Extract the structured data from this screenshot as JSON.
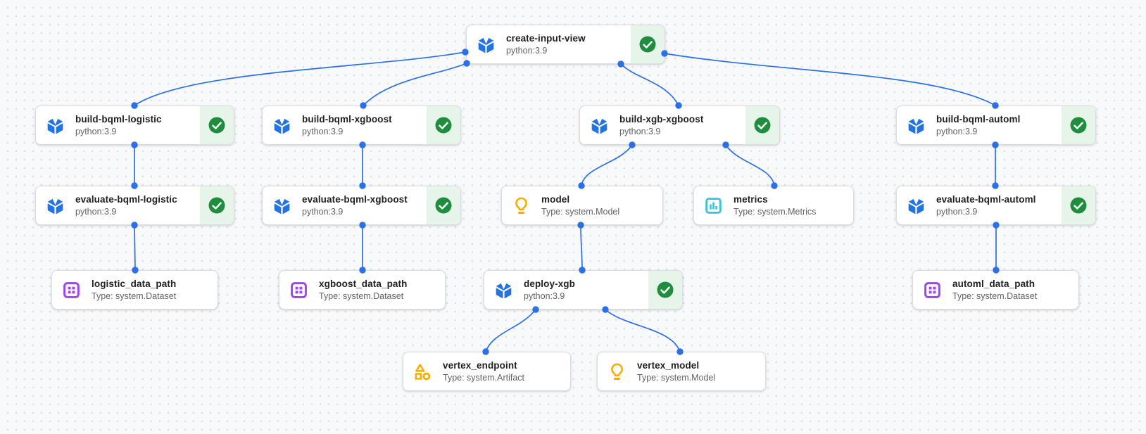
{
  "canvas": {
    "kind": "pipeline-dag",
    "background_color": "#f8f9fa",
    "grid_dot_color": "#dcdfe3",
    "edge_color": "#2b70e8"
  },
  "colors": {
    "node_border": "#d9dce1",
    "component_icon_blue": "#2374e1",
    "status_badge_bg": "#e6f4ea",
    "status_check_green": "#1e8e3e",
    "dataset_icon_purple": "#a142f4",
    "model_icon_orange": "#f9ab00",
    "metrics_icon_cyan": "#3ec1d6",
    "artifact_icon_orange": "#f9ab00",
    "title_text": "#202124",
    "subtitle_text": "#5f6368"
  },
  "nodes": [
    {
      "id": "create-input-view",
      "title": "create-input-view",
      "subtitle": "python:3.9",
      "icon": "pipeline-component-cube-icon",
      "status": "succeeded"
    },
    {
      "id": "build-bqml-logistic",
      "title": "build-bqml-logistic",
      "subtitle": "python:3.9",
      "icon": "pipeline-component-cube-icon",
      "status": "succeeded"
    },
    {
      "id": "build-bqml-xgboost",
      "title": "build-bqml-xgboost",
      "subtitle": "python:3.9",
      "icon": "pipeline-component-cube-icon",
      "status": "succeeded"
    },
    {
      "id": "build-xgb-xgboost",
      "title": "build-xgb-xgboost",
      "subtitle": "python:3.9",
      "icon": "pipeline-component-cube-icon",
      "status": "succeeded"
    },
    {
      "id": "build-bqml-automl",
      "title": "build-bqml-automl",
      "subtitle": "python:3.9",
      "icon": "pipeline-component-cube-icon",
      "status": "succeeded"
    },
    {
      "id": "evaluate-bqml-logistic",
      "title": "evaluate-bqml-logistic",
      "subtitle": "python:3.9",
      "icon": "pipeline-component-cube-icon",
      "status": "succeeded"
    },
    {
      "id": "evaluate-bqml-xgboost",
      "title": "evaluate-bqml-xgboost",
      "subtitle": "python:3.9",
      "icon": "pipeline-component-cube-icon",
      "status": "succeeded"
    },
    {
      "id": "model",
      "title": "model",
      "subtitle": "Type: system.Model",
      "icon": "model-lightbulb-icon",
      "status": null
    },
    {
      "id": "metrics",
      "title": "metrics",
      "subtitle": "Type: system.Metrics",
      "icon": "metrics-chart-icon",
      "status": null
    },
    {
      "id": "evaluate-bqml-automl",
      "title": "evaluate-bqml-automl",
      "subtitle": "python:3.9",
      "icon": "pipeline-component-cube-icon",
      "status": "succeeded"
    },
    {
      "id": "logistic_data_path",
      "title": "logistic_data_path",
      "subtitle": "Type: system.Dataset",
      "icon": "dataset-grid-icon",
      "status": null
    },
    {
      "id": "xgboost_data_path",
      "title": "xgboost_data_path",
      "subtitle": "Type: system.Dataset",
      "icon": "dataset-grid-icon",
      "status": null
    },
    {
      "id": "deploy-xgb",
      "title": "deploy-xgb",
      "subtitle": "python:3.9",
      "icon": "pipeline-component-cube-icon",
      "status": "succeeded"
    },
    {
      "id": "automl_data_path",
      "title": "automl_data_path",
      "subtitle": "Type: system.Dataset",
      "icon": "dataset-grid-icon",
      "status": null
    },
    {
      "id": "vertex_endpoint",
      "title": "vertex_endpoint",
      "subtitle": "Type: system.Artifact",
      "icon": "artifact-shapes-icon",
      "status": null
    },
    {
      "id": "vertex_model",
      "title": "vertex_model",
      "subtitle": "Type: system.Model",
      "icon": "model-lightbulb-icon",
      "status": null
    }
  ],
  "edges": [
    {
      "from": "create-input-view",
      "to": "build-bqml-logistic"
    },
    {
      "from": "create-input-view",
      "to": "build-bqml-xgboost"
    },
    {
      "from": "create-input-view",
      "to": "build-xgb-xgboost"
    },
    {
      "from": "create-input-view",
      "to": "build-bqml-automl"
    },
    {
      "from": "build-bqml-logistic",
      "to": "evaluate-bqml-logistic"
    },
    {
      "from": "build-bqml-xgboost",
      "to": "evaluate-bqml-xgboost"
    },
    {
      "from": "build-xgb-xgboost",
      "to": "model"
    },
    {
      "from": "build-xgb-xgboost",
      "to": "metrics"
    },
    {
      "from": "build-bqml-automl",
      "to": "evaluate-bqml-automl"
    },
    {
      "from": "evaluate-bqml-logistic",
      "to": "logistic_data_path"
    },
    {
      "from": "evaluate-bqml-xgboost",
      "to": "xgboost_data_path"
    },
    {
      "from": "model",
      "to": "deploy-xgb"
    },
    {
      "from": "evaluate-bqml-automl",
      "to": "automl_data_path"
    },
    {
      "from": "deploy-xgb",
      "to": "vertex_endpoint"
    },
    {
      "from": "deploy-xgb",
      "to": "vertex_model"
    }
  ]
}
